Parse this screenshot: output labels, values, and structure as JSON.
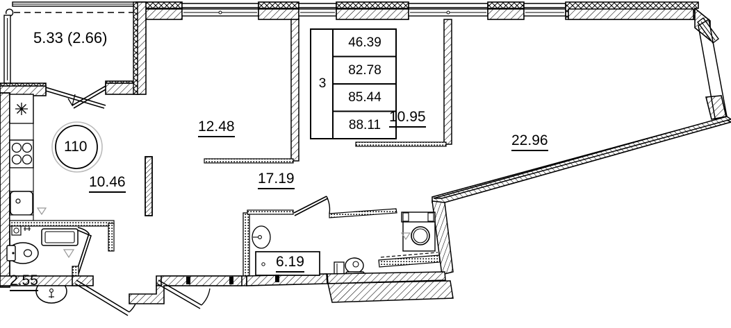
{
  "plan": {
    "unit_number": "110",
    "rooms_count_label": "3",
    "summary_table": {
      "rooms": "3",
      "values": [
        "46.39",
        "82.78",
        "85.44",
        "88.11"
      ]
    },
    "balcony": {
      "label": "5.33 (2.66)"
    },
    "areas": [
      {
        "name": "kitchen-living",
        "value": "10.46"
      },
      {
        "name": "bedroom-upper-middle",
        "value": "12.48"
      },
      {
        "name": "bedroom-middle",
        "value": "17.19"
      },
      {
        "name": "bedroom-right",
        "value": "10.95"
      },
      {
        "name": "living-room",
        "value": "22.96"
      },
      {
        "name": "hall",
        "value": "6.19"
      },
      {
        "name": "bathroom",
        "value": "2.55"
      }
    ],
    "fixtures": [
      {
        "name": "refrigerator-icon"
      },
      {
        "name": "stove-icon"
      },
      {
        "name": "kitchen-sink-icon"
      },
      {
        "name": "toilet-icon"
      },
      {
        "name": "bathtub-icon"
      },
      {
        "name": "washbasin-icon"
      },
      {
        "name": "washing-machine-icon"
      },
      {
        "name": "shower-icon"
      }
    ],
    "colors": {
      "line": "#000000",
      "wall_fill": "#ffffff",
      "fixture_line": "#1a1a1a",
      "paper": "#ffffff"
    }
  }
}
